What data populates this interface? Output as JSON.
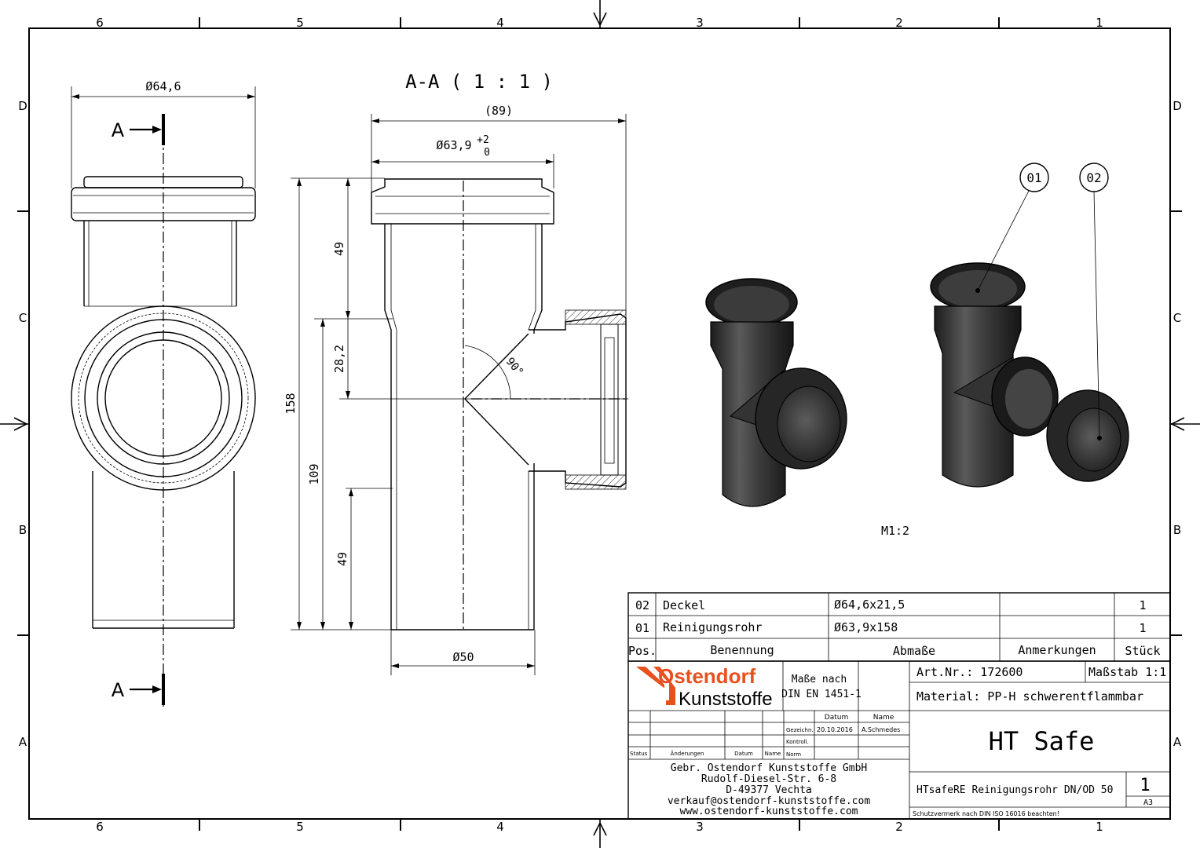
{
  "border": {
    "columns_top": [
      "6",
      "5",
      "4",
      "3",
      "2",
      "1"
    ],
    "columns_bottom": [
      "6",
      "5",
      "4",
      "3",
      "2",
      "1"
    ],
    "rows_left": [
      "D",
      "C",
      "B",
      "A"
    ],
    "rows_right": [
      "D",
      "C",
      "B",
      "A"
    ]
  },
  "front_view": {
    "width_dim": "Ø64,6",
    "section_mark_top": "A",
    "section_mark_bottom": "A"
  },
  "section_view": {
    "title": "A-A ( 1 : 1 )",
    "dim_overall": "(89)",
    "dim_socket_main": "Ø63,9",
    "dim_socket_tol_upper": "+2",
    "dim_socket_tol_lower": "0",
    "dim_height": "158",
    "dim_109": "109",
    "dim_upper_49": "49",
    "dim_28_2": "28,2",
    "dim_lower_49": "49",
    "dim_bottom": "Ø50",
    "angle": "90°"
  },
  "iso_view": {
    "balloon_1": "01",
    "balloon_2": "02",
    "scale_label": "M1:2"
  },
  "parts_list": {
    "rows": [
      {
        "pos": "02",
        "name": "Deckel",
        "dims": "Ø64,6x21,5",
        "note": "",
        "qty": "1"
      },
      {
        "pos": "01",
        "name": "Reinigungsrohr",
        "dims": "Ø63,9x158",
        "note": "",
        "qty": "1"
      }
    ],
    "header": {
      "pos": "Pos.",
      "name": "Benennung",
      "dims": "Abmaße",
      "note": "Anmerkungen",
      "qty": "Stück"
    }
  },
  "title_block": {
    "logo_line1": "Ostendorf",
    "logo_line2": "Kunststoffe",
    "norm_line1": "Maße nach",
    "norm_line2": "DIN EN 1451-1",
    "art_nr": "Art.Nr.: 172600",
    "scale": "Maßstab 1:1",
    "material": "Material: PP-H schwerentflammbar",
    "product": "HT Safe",
    "description": "HTsafeRE Reinigungsrohr DN/OD 50",
    "sheet_no": "1",
    "format": "A3",
    "protection_note": "Schutzvermerk nach DIN ISO 16016 beachten!",
    "col_datum": "Datum",
    "col_name": "Name",
    "gezeichn_label": "Gezeichn.",
    "gezeichn_date": "20.10.2016",
    "gezeichn_name": "A.Schmedes",
    "kontroll_label": "Kontroll.",
    "norm_label": "Norm",
    "status_label": "Status",
    "aenderungen_label": "Änderungen",
    "datum_label": "Datum",
    "name_label": "Name",
    "company": [
      "Gebr. Ostendorf Kunststoffe GmbH",
      "Rudolf-Diesel-Str. 6-8",
      "D-49377 Vechta",
      "verkauf@ostendorf-kunststoffe.com",
      "www.ostendorf-kunststoffe.com"
    ]
  },
  "colors": {
    "line": "#000000",
    "logo_orange": "#e8501e",
    "part_dark": "#2a2a2a",
    "part_mid": "#4a4a4a"
  }
}
